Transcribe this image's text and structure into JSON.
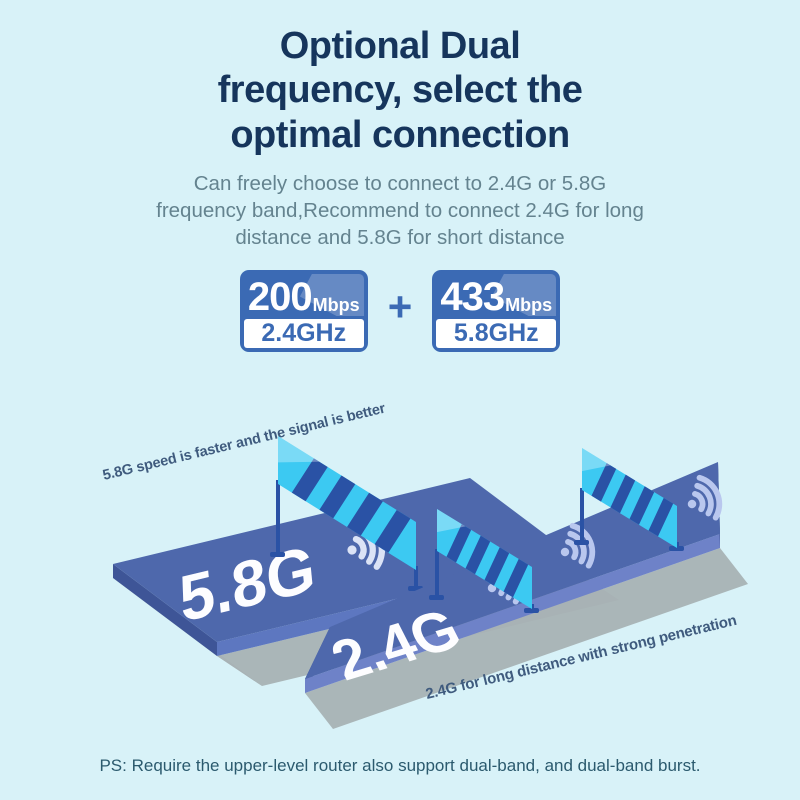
{
  "header": {
    "title_lines": [
      "Optional Dual",
      "frequency, select the",
      "optimal connection"
    ]
  },
  "subtitle_lines": [
    "Can freely choose to connect to 2.4G or 5.8G",
    "frequency band,Recommend to connect 2.4G for long",
    "distance and 5.8G for short distance"
  ],
  "badges": {
    "plus": "+",
    "items": [
      {
        "speed": "200",
        "unit": "Mbps",
        "band": "2.4GHz"
      },
      {
        "speed": "433",
        "unit": "Mbps",
        "band": "5.8GHz"
      }
    ]
  },
  "diagram": {
    "caption_top": "5.8G speed is faster and the signal is better",
    "caption_bottom": "2.4G for long distance with strong penetration",
    "board_labels": [
      "5.8G",
      "2.4G"
    ]
  },
  "footer": {
    "note": "PS: Require the upper-level router also support dual-band, and dual-band burst."
  },
  "colors": {
    "background": "#d8f2f8",
    "title": "#16355c",
    "subtitle": "#64838f",
    "badge_blue": "#3b6ab4",
    "board_blue": "#4e68ac",
    "board_side_dark": "#3e5597",
    "board_front_light": "#5d77c0",
    "banner_cyan": "#3cc9f2",
    "stripe_blue": "#2a52a5",
    "shadow_gray": "#a8b2b4",
    "wifi_light": "#dbe3f6",
    "caption": "#3f5b7e",
    "footer": "#2b5a6e"
  }
}
